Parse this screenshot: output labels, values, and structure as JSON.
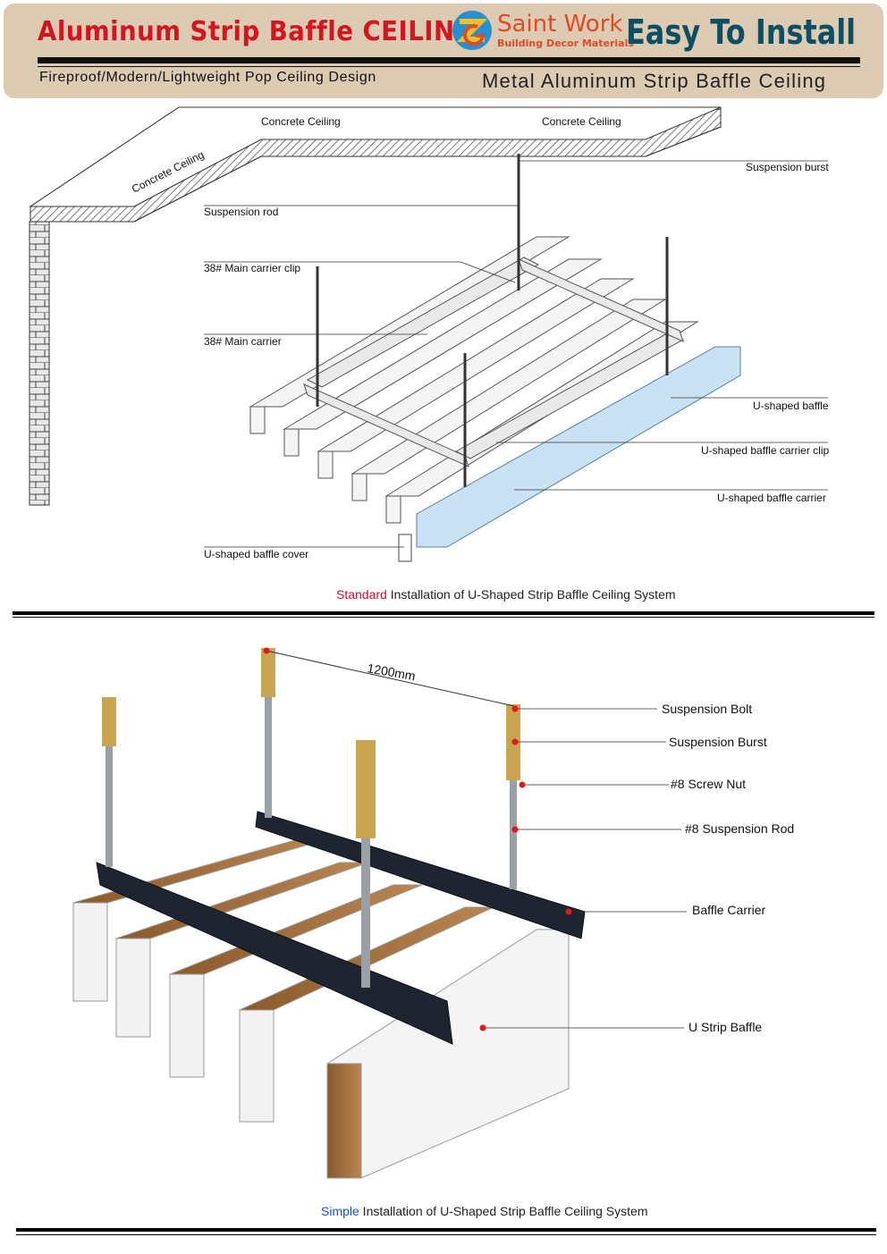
{
  "header": {
    "title": "Aluminum Strip Baffle CEILING",
    "tagline": "Easy To Install",
    "subtitle_left": "Fireproof/Modern/Lightweight Pop Ceiling Design",
    "subtitle_right": "Metal Aluminum Strip Baffle Ceiling",
    "logo_name": "Saint Work",
    "logo_sub": "Building Decor Materials",
    "colors": {
      "title": "#d4151f",
      "tagline": "#0c4e63",
      "background": "#dccbb2",
      "logo": "#e04a24"
    }
  },
  "diagram_standard": {
    "labels": {
      "ceiling_left": "Concrete Ceiling",
      "ceiling_mid": "Concrete Ceiling",
      "ceiling_right": "Concrete Ceiling",
      "suspension_burst": "Suspension burst",
      "suspension_rod": "Suspension rod",
      "main_carrier_clip": "38# Main carrier clip",
      "main_carrier": "38#  Main carrier",
      "u_baffle": "U-shaped baffle",
      "u_baffle_carrier_clip": "U-shaped baffle carrier clip",
      "u_baffle_carrier": "U-shaped baffle carrier",
      "u_baffle_cover": "U-shaped baffle cover"
    },
    "caption_highlight": "Standard",
    "caption_rest": " Installation of U-Shaped Strip Baffle Ceiling System",
    "highlight_color": "#c8102e"
  },
  "diagram_simple": {
    "dimension": "1200mm",
    "labels": {
      "suspension_bolt": "Suspension Bolt",
      "suspension_burst": "Suspension Burst",
      "screw_nut": "#8 Screw Nut",
      "suspension_rod": "#8 Suspension Rod",
      "baffle_carrier": "Baffle Carrier",
      "u_strip_baffle": "U Strip Baffle"
    },
    "caption_highlight": "Simple",
    "caption_rest": " Installation of U-Shaped Strip Baffle Ceiling System",
    "highlight_color": "#1a4fd6"
  }
}
